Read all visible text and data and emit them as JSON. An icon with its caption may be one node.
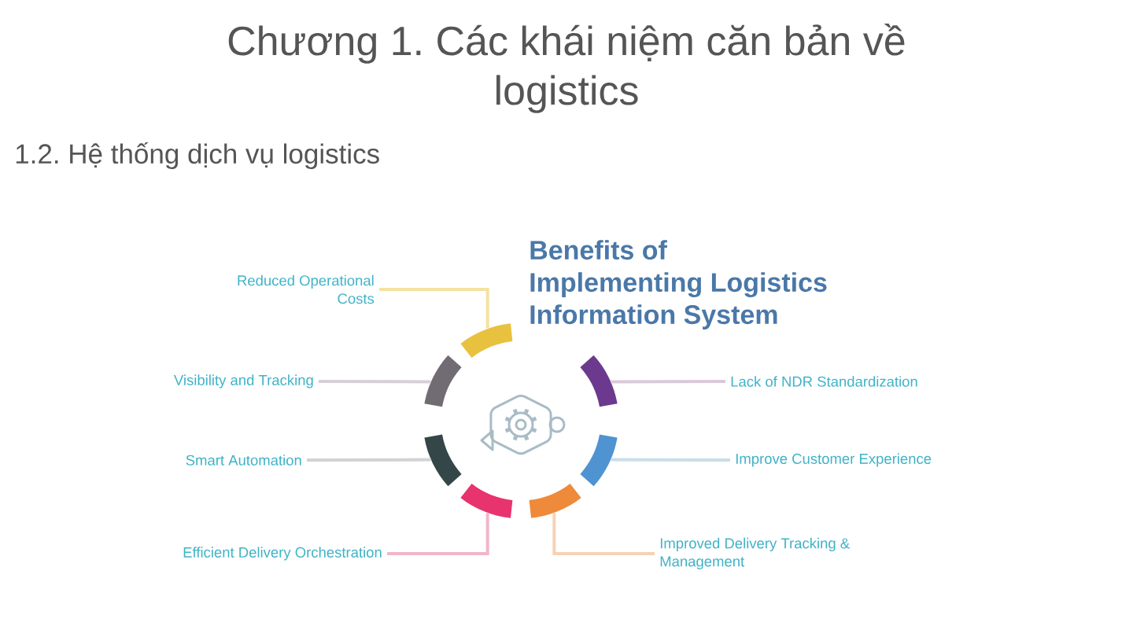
{
  "diagram": {
    "title": "Chương 1. Các khái niệm căn bản về logistics",
    "nodes": [
      {
        "text": [
          "Reduced Operational Costs"
        ]
      },
      {
        "text": [
          "Visibility and Tracking"
        ]
      },
      {
        "text": [
          "Smart Automation"
        ]
      },
      {
        "text": [
          "Efficient Delivery Orchestration"
        ]
      },
      {
        "text": [
          "Lack of NDR Standardization"
        ]
      },
      {
        "text": [
          "Improve Customer Experience"
        ]
      },
      {
        "text": [
          "Improved Delivery Tracking & Management"
        ]
      },
      {
        "text": [],
        "shape": "bar"
      },
      {
        "text": [],
        "shape": "bar"
      },
      {
        "text": [],
        "shape": "bar"
      },
      {
        "text": [],
        "shape": "bar"
      },
      {
        "text": [],
        "shape": "bar"
      },
      {
        "text": [],
        "shape": "bar"
      },
      {
        "text": [],
        "shape": "bar"
      }
    ],
    "edges": [
      {
        "from": 0,
        "to": 7,
        "arrow": "none",
        "color": "#f3e2a0"
      },
      {
        "from": 1,
        "to": 8,
        "arrow": "none",
        "color": "#d6d0d6"
      },
      {
        "from": 2,
        "to": 9,
        "arrow": "none",
        "color": "#d2d2d2"
      },
      {
        "from": 3,
        "to": 10,
        "arrow": "none",
        "color": "#f1b6c8"
      },
      {
        "from": 4,
        "to": 11,
        "arrow": "none",
        "color": "#dac9da"
      },
      {
        "from": 5,
        "to": 12,
        "arrow": "none",
        "color": "#c9dde8"
      },
      {
        "from": 6,
        "to": 13,
        "arrow": "none",
        "color": "#f6d2b6"
      }
    ],
    "labels": [
      "1.2. Hệ thống dịch vụ logistics",
      "Benefits of Implementing Logistics Information System"
    ]
  }
}
